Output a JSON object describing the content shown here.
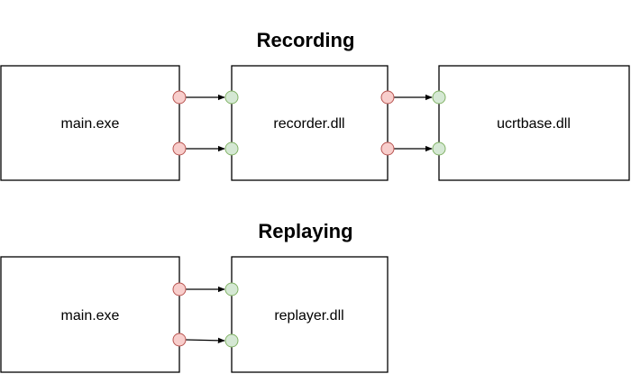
{
  "recording": {
    "title": "Recording",
    "boxes": {
      "main": "main.exe",
      "recorder": "recorder.dll",
      "ucrt": "ucrtbase.dll"
    }
  },
  "replaying": {
    "title": "Replaying",
    "boxes": {
      "main": "main.exe",
      "replayer": "replayer.dll"
    }
  },
  "colors": {
    "output_port_fill": "#f8cecc",
    "output_port_stroke": "#b85450",
    "input_port_fill": "#d5e8d4",
    "input_port_stroke": "#82b366",
    "line": "#000000"
  }
}
